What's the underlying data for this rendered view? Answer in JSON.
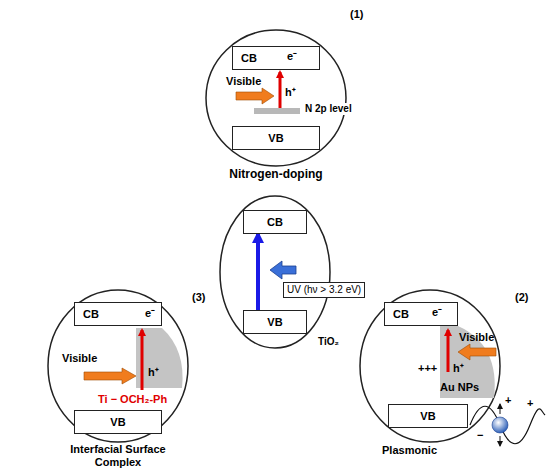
{
  "diagram": {
    "nodes": [
      {
        "text": [
          "(1)",
          "Nitrogen-doping"
        ]
      },
      {
        "text": [
          "CB"
        ],
        "in": 0
      },
      {
        "text": [
          "VB"
        ],
        "in": 0
      },
      {
        "text": [
          "TiO₂"
        ]
      },
      {
        "text": [
          "CB"
        ],
        "in": 3
      },
      {
        "text": [
          "VB"
        ],
        "in": 3
      },
      {
        "text": [
          "(3)",
          "Interfacial Surface Complex"
        ]
      },
      {
        "text": [
          "CB"
        ],
        "in": 6
      },
      {
        "text": [
          "VB"
        ],
        "in": 6
      },
      {
        "text": [
          "(2)",
          "Plasmonic"
        ]
      },
      {
        "text": [
          "CB"
        ],
        "in": 9
      },
      {
        "text": [
          "VB"
        ],
        "in": 9
      }
    ],
    "edges": [
      {
        "from": 5,
        "to": 4,
        "arrow": "to"
      }
    ],
    "labels": [
      "e⁻",
      "Visible",
      "N 2p level",
      "h⁺",
      "UV (hν > 3.2 eV)",
      "e⁻",
      "Visible",
      "h⁺",
      "Ti − OCH₂-Ph",
      "e⁻",
      "Visible",
      "+++",
      "h⁺",
      "Au NPs",
      "+",
      "−",
      "+"
    ]
  }
}
